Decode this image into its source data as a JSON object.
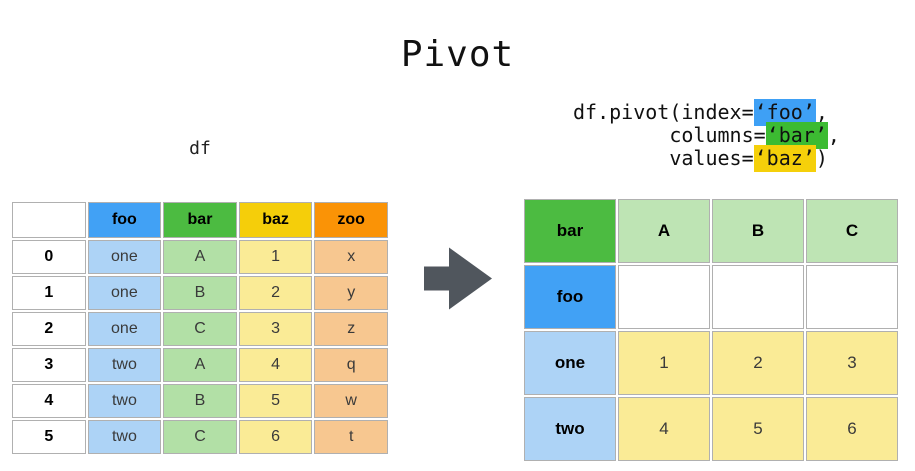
{
  "title": "Pivot",
  "left_panel": {
    "label": "df",
    "table": {
      "headers": [
        "",
        "foo",
        "bar",
        "baz",
        "zoo"
      ],
      "rows": [
        [
          "0",
          "one",
          "A",
          "1",
          "x"
        ],
        [
          "1",
          "one",
          "B",
          "2",
          "y"
        ],
        [
          "2",
          "one",
          "C",
          "3",
          "z"
        ],
        [
          "3",
          "two",
          "A",
          "4",
          "q"
        ],
        [
          "4",
          "two",
          "B",
          "5",
          "w"
        ],
        [
          "5",
          "two",
          "C",
          "6",
          "t"
        ]
      ]
    }
  },
  "code": {
    "line1": {
      "pre": "df.pivot(index=",
      "hl": "‘foo’",
      "post": ","
    },
    "line2": {
      "pre": "        columns=",
      "hl": "‘bar’",
      "post": ","
    },
    "line3": {
      "pre": "        values=",
      "hl": "‘baz’",
      "post": ")"
    }
  },
  "arrow": {
    "direction": "right",
    "color": "#50565D"
  },
  "right_panel": {
    "table": {
      "corner": "bar",
      "col_headers": [
        "A",
        "B",
        "C"
      ],
      "index_header": "foo",
      "rows": [
        {
          "label": "one",
          "values": [
            "1",
            "2",
            "3"
          ]
        },
        {
          "label": "two",
          "values": [
            "4",
            "5",
            "6"
          ]
        }
      ]
    }
  },
  "colors": {
    "header_blue": "#41A1F5",
    "header_green": "#4CBB41",
    "header_yellow": "#F5CE0A",
    "header_orange": "#FA9306",
    "cell_blue": "#ADD3F6",
    "cell_green": "#B2E0A6",
    "cell_yellow": "#FAEB96",
    "cell_orange": "#F7C790",
    "result_col_green": "#BEE4B4",
    "highlight_blue": "#3EA0F5",
    "highlight_green": "#3CBB32",
    "highlight_yellow": "#F5D00A",
    "arrow_gray": "#50565D",
    "grid_gray": "#b0b0b0"
  }
}
